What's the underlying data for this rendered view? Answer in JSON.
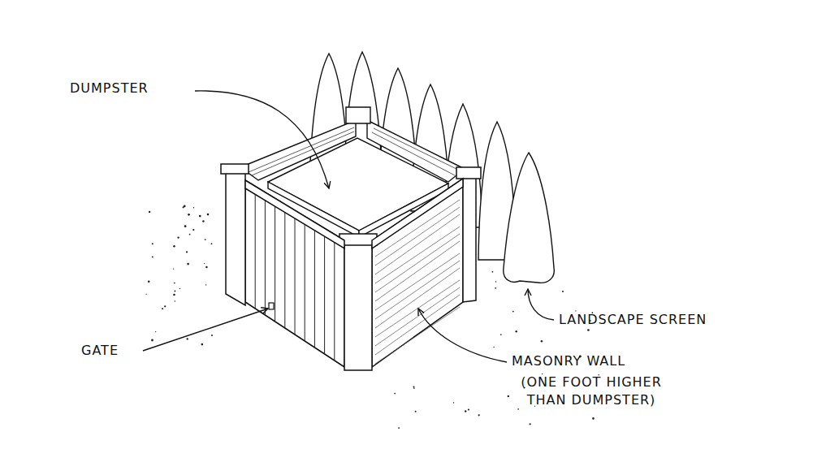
{
  "diagram": {
    "labels": [
      "DUMPSTER",
      "GATE",
      "LANDSCAPE SCREEN",
      "MASONRY WALL",
      "(ONE FOOT HIGHER THAN DUMPSTER)"
    ]
  }
}
